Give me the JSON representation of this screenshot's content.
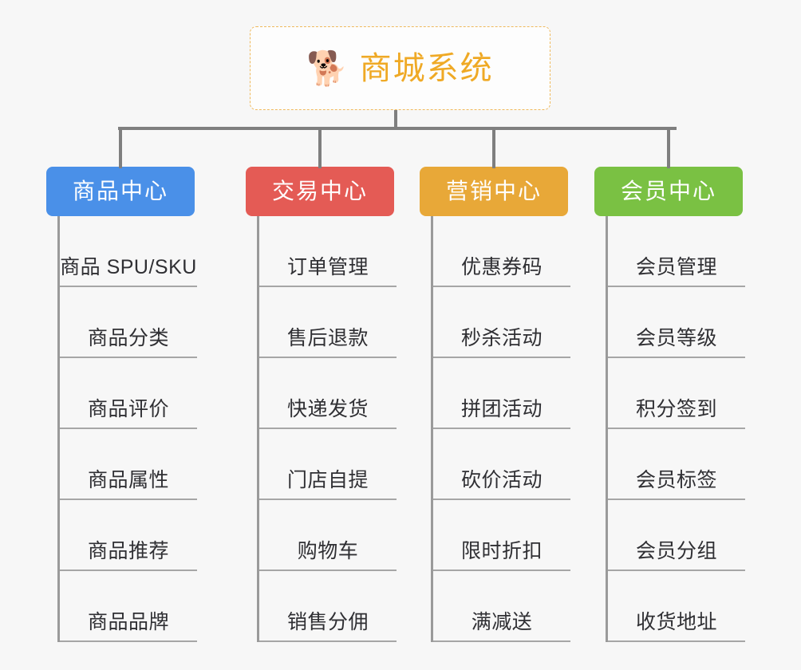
{
  "diagram": {
    "title": "商城系统",
    "root": {
      "label": "商城系统",
      "icon": "shiba-dog-icon",
      "icon_glyph": "🐕",
      "text_color": "#efa925",
      "border_color": "#efb95c",
      "background": "#fdfdfd"
    },
    "background": "#f7f7f7",
    "connector_color": "#7f7f7f",
    "leaf_text_color": "#2f2f33",
    "leaf_rule_color": "#a6a6a6",
    "columns": [
      {
        "label": "商品中心",
        "color": "#4a90e8",
        "items": [
          "商品 SPU/SKU",
          "商品分类",
          "商品评价",
          "商品属性",
          "商品推荐",
          "商品品牌"
        ]
      },
      {
        "label": "交易中心",
        "color": "#e45b55",
        "items": [
          "订单管理",
          "售后退款",
          "快递发货",
          "门店自提",
          "购物车",
          "销售分佣"
        ]
      },
      {
        "label": "营销中心",
        "color": "#e8a838",
        "items": [
          "优惠券码",
          "秒杀活动",
          "拼团活动",
          "砍价活动",
          "限时折扣",
          "满减送"
        ]
      },
      {
        "label": "会员中心",
        "color": "#7ac143",
        "items": [
          "会员管理",
          "会员等级",
          "积分签到",
          "会员标签",
          "会员分组",
          "收货地址"
        ]
      }
    ]
  }
}
